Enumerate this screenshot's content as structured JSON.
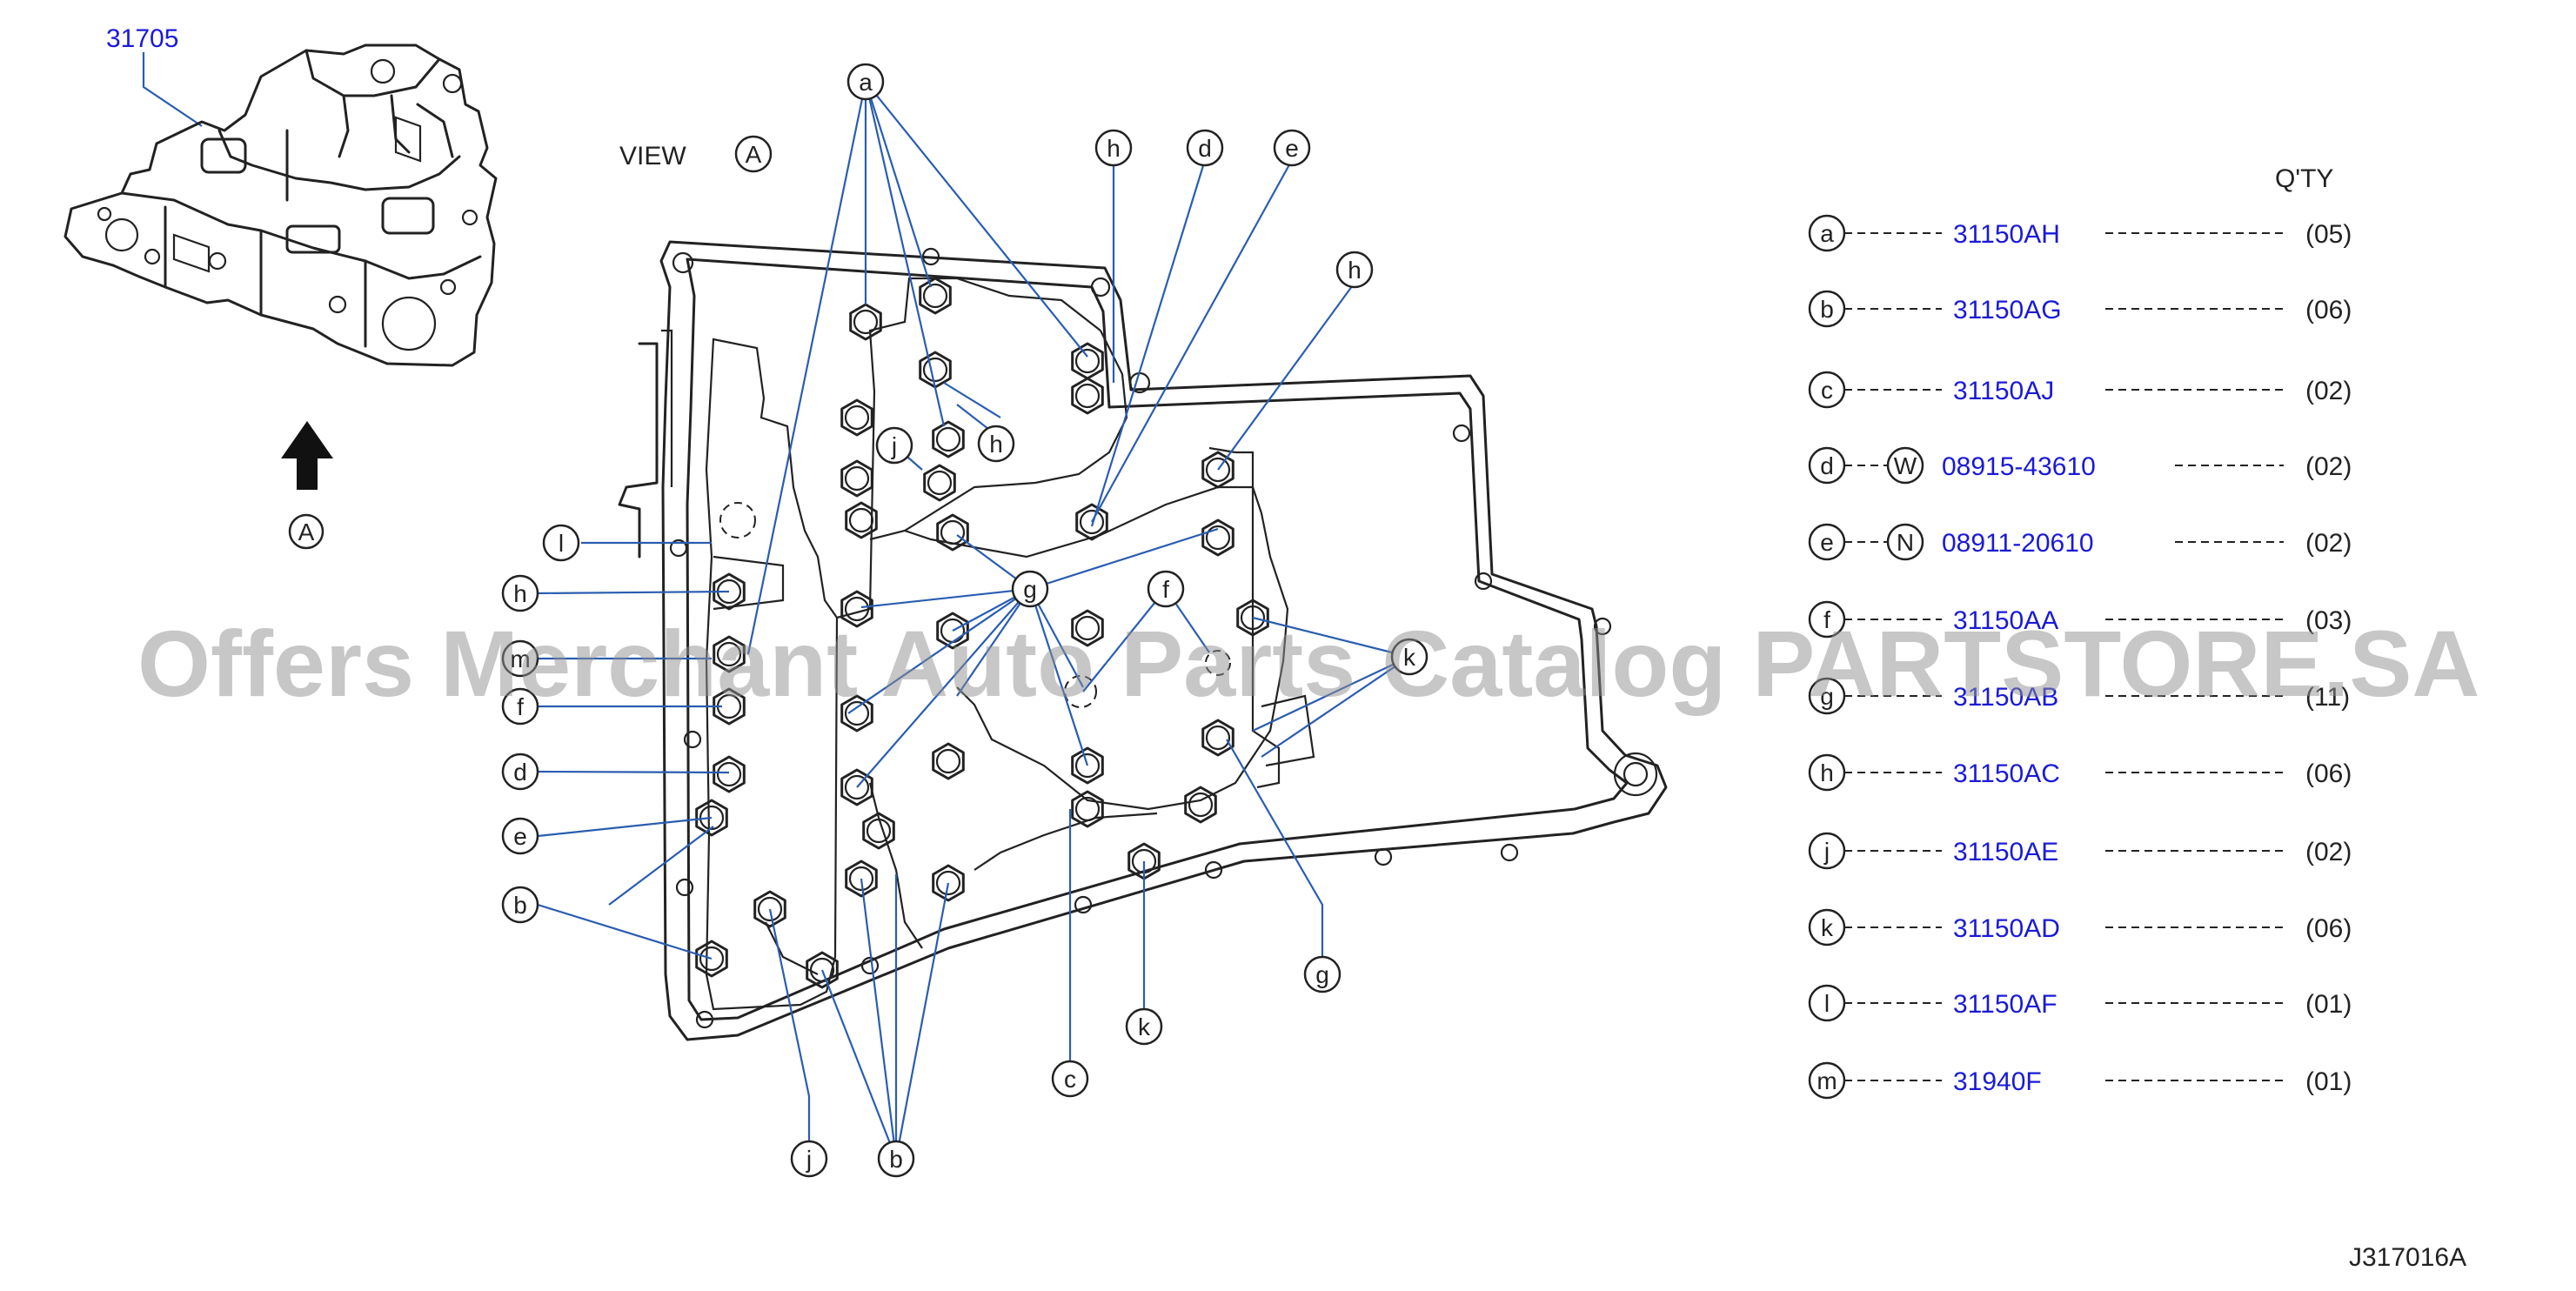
{
  "assembly": {
    "part_number": "31705"
  },
  "view": {
    "label": "VIEW",
    "ref": "A"
  },
  "arrow": {
    "ref": "A",
    "icon": "arrow-up-icon"
  },
  "table": {
    "qty_header": "Q'TY",
    "rows": [
      {
        "key": "a",
        "prefix": "",
        "part": "31150AH",
        "qty": "(05)"
      },
      {
        "key": "b",
        "prefix": "",
        "part": "31150AG",
        "qty": "(06)"
      },
      {
        "key": "c",
        "prefix": "",
        "part": "31150AJ",
        "qty": "(02)"
      },
      {
        "key": "d",
        "prefix": "W",
        "part": "08915-43610",
        "qty": "(02)"
      },
      {
        "key": "e",
        "prefix": "N",
        "part": "08911-20610",
        "qty": "(02)"
      },
      {
        "key": "f",
        "prefix": "",
        "part": "31150AA",
        "qty": "(03)"
      },
      {
        "key": "g",
        "prefix": "",
        "part": "31150AB",
        "qty": "(11)"
      },
      {
        "key": "h",
        "prefix": "",
        "part": "31150AC",
        "qty": "(06)"
      },
      {
        "key": "j",
        "prefix": "",
        "part": "31150AE",
        "qty": "(02)"
      },
      {
        "key": "k",
        "prefix": "",
        "part": "31150AD",
        "qty": "(06)"
      },
      {
        "key": "l",
        "prefix": "",
        "part": "31150AF",
        "qty": "(01)"
      },
      {
        "key": "m",
        "prefix": "",
        "part": "31940F",
        "qty": "(01)"
      }
    ]
  },
  "callouts": [
    "a",
    "h",
    "d",
    "e",
    "h",
    "h",
    "j",
    "l",
    "h",
    "g",
    "f",
    "k",
    "m",
    "f",
    "d",
    "e",
    "b",
    "j",
    "b",
    "c",
    "k",
    "g"
  ],
  "watermark": "Offers Merchant Auto Parts Catalog PARTSTORE.SA",
  "figure_code": "J317016A",
  "colors": {
    "part_link": "#1a1ad6",
    "leader": "#2a5db0",
    "line": "#222222"
  }
}
